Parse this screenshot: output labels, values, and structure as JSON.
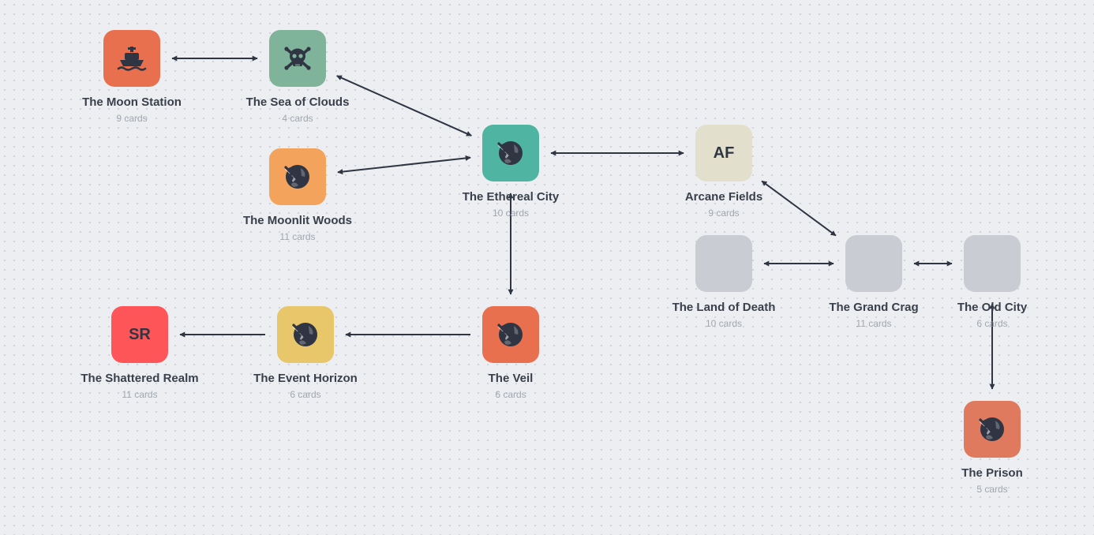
{
  "diagram": {
    "colors": {
      "dark_icon": "#2f3542",
      "edge": "#2f3542",
      "placeholder": "#c9ccd2",
      "label": "#3a404b",
      "count": "#a2a7af"
    },
    "nodes": [
      {
        "id": "moon-station",
        "name": "The Moon Station",
        "count": "9 cards",
        "color": "#e9704f",
        "icon": "ship-icon",
        "abbr": ""
      },
      {
        "id": "sea-of-clouds",
        "name": "The Sea of Clouds",
        "count": "4 cards",
        "color": "#80b49a",
        "icon": "skull-crossbones-icon",
        "abbr": ""
      },
      {
        "id": "moonlit-woods",
        "name": "The Moonlit Woods",
        "count": "11 cards",
        "color": "#f4a35c",
        "icon": "globe-plane-icon",
        "abbr": ""
      },
      {
        "id": "ethereal-city",
        "name": "The Ethereal City",
        "count": "10 cards",
        "color": "#4fb4a2",
        "icon": "globe-plane-icon",
        "abbr": ""
      },
      {
        "id": "arcane-fields",
        "name": "Arcane Fields",
        "count": "9 cards",
        "color": "#e3dfcd",
        "icon": "",
        "abbr": "AF"
      },
      {
        "id": "land-of-death",
        "name": "The Land of Death",
        "count": "10 cards",
        "color": "#c9ccd2",
        "icon": "",
        "abbr": ""
      },
      {
        "id": "grand-crag",
        "name": "The Grand Crag",
        "count": "11 cards",
        "color": "#c9ccd2",
        "icon": "",
        "abbr": ""
      },
      {
        "id": "old-city",
        "name": "The Old City",
        "count": "6 cards",
        "color": "#c9ccd2",
        "icon": "",
        "abbr": ""
      },
      {
        "id": "shattered-realm",
        "name": "The Shattered Realm",
        "count": "11 cards",
        "color": "#fd5558",
        "icon": "",
        "abbr": "SR"
      },
      {
        "id": "event-horizon",
        "name": "The Event Horizon",
        "count": "6 cards",
        "color": "#e8c66a",
        "icon": "globe-plane-icon",
        "abbr": ""
      },
      {
        "id": "veil",
        "name": "The Veil",
        "count": "6 cards",
        "color": "#e9704f",
        "icon": "globe-plane-icon",
        "abbr": ""
      },
      {
        "id": "prison",
        "name": "The Prison",
        "count": "5 cards",
        "color": "#e07a5e",
        "icon": "globe-plane-icon",
        "abbr": ""
      }
    ],
    "edges": [
      {
        "from": "moon-station",
        "to": "sea-of-clouds",
        "direction": "both"
      },
      {
        "from": "sea-of-clouds",
        "to": "ethereal-city",
        "direction": "both"
      },
      {
        "from": "moonlit-woods",
        "to": "ethereal-city",
        "direction": "both"
      },
      {
        "from": "ethereal-city",
        "to": "arcane-fields",
        "direction": "both"
      },
      {
        "from": "ethereal-city",
        "to": "veil",
        "direction": "both"
      },
      {
        "from": "arcane-fields",
        "to": "grand-crag",
        "direction": "both"
      },
      {
        "from": "land-of-death",
        "to": "grand-crag",
        "direction": "both"
      },
      {
        "from": "grand-crag",
        "to": "old-city",
        "direction": "both"
      },
      {
        "from": "old-city",
        "to": "prison",
        "direction": "both"
      },
      {
        "from": "veil",
        "to": "event-horizon",
        "direction": "forward"
      },
      {
        "from": "event-horizon",
        "to": "shattered-realm",
        "direction": "forward"
      }
    ]
  }
}
